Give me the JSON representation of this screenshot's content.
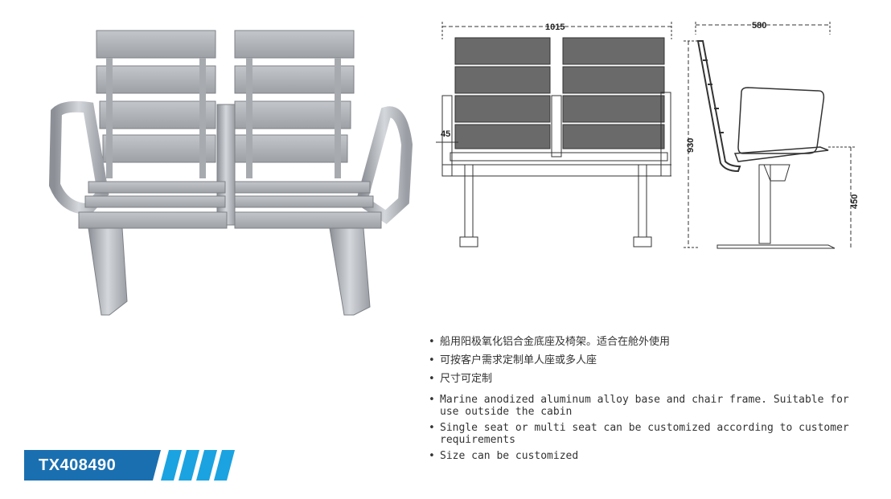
{
  "product": {
    "model": "TX408490",
    "accent_color": "#1a6fb0",
    "stripe_color": "#1aa3e0"
  },
  "dimensions": {
    "width_front": "1015",
    "depth_side": "580",
    "height_total": "930",
    "seat_height": "450",
    "slat_gap": "45"
  },
  "features_cn": [
    "船用阳极氧化铝合金底座及椅架。适合在舱外使用",
    "可按客户需求定制单人座或多人座",
    "尺寸可定制"
  ],
  "features_en": [
    [
      "Marine anodized aluminum alloy base and chair frame. Suitable for",
      "use outside the cabin"
    ],
    [
      "Single seat or multi seat can be customized according to customer",
      "requirements"
    ],
    [
      "Size can be customized"
    ]
  ],
  "bullet": "•"
}
